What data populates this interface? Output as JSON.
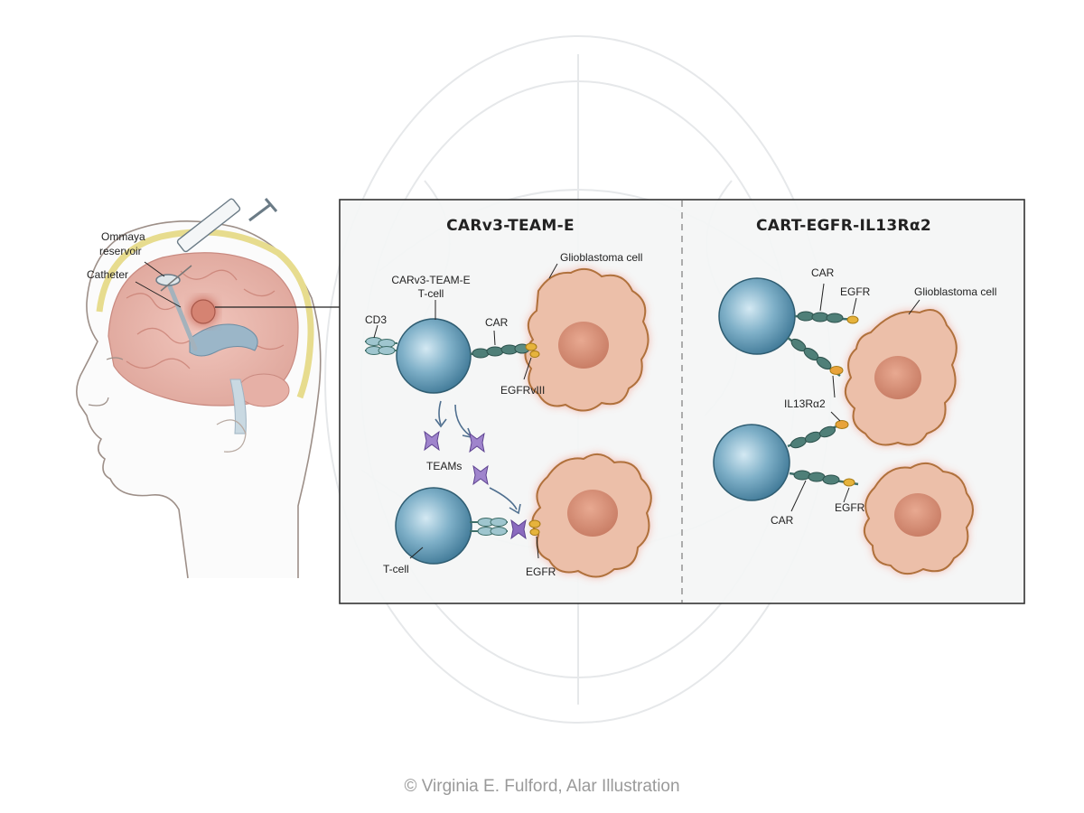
{
  "head_labels": {
    "ommaya": "Ommaya",
    "reservoir": "reservoir",
    "catheter": "Catheter"
  },
  "left_panel": {
    "title": "CARv3-TEAM-E",
    "tcell_top_line1": "CARv3-TEAM-E",
    "tcell_top_line2": "T-cell",
    "cd3": "CD3",
    "car": "CAR",
    "glioblastoma": "Glioblastoma cell",
    "egfrviii": "EGFRvIII",
    "teams": "TEAMs",
    "tcell": "T-cell",
    "egfr": "EGFR"
  },
  "right_panel": {
    "title": "CART-EGFR-IL13Rα2",
    "car_top": "CAR",
    "egfr_top": "EGFR",
    "glioblastoma": "Glioblastoma cell",
    "il13": "IL13Rα2",
    "car_bottom": "CAR",
    "egfr_bottom": "EGFR"
  },
  "credit": "© Virginia E. Fulford, Alar Illustration",
  "colors": {
    "tcell": "#5e93ad",
    "tumor": "#e8b6a0",
    "tumor_outline": "#b8753a",
    "tumor_glow": "#f08a7a",
    "receptor": "#3f6f6a",
    "antigen": "#e6b33c",
    "team": "#8b6bbf",
    "panel_border": "#333333"
  }
}
